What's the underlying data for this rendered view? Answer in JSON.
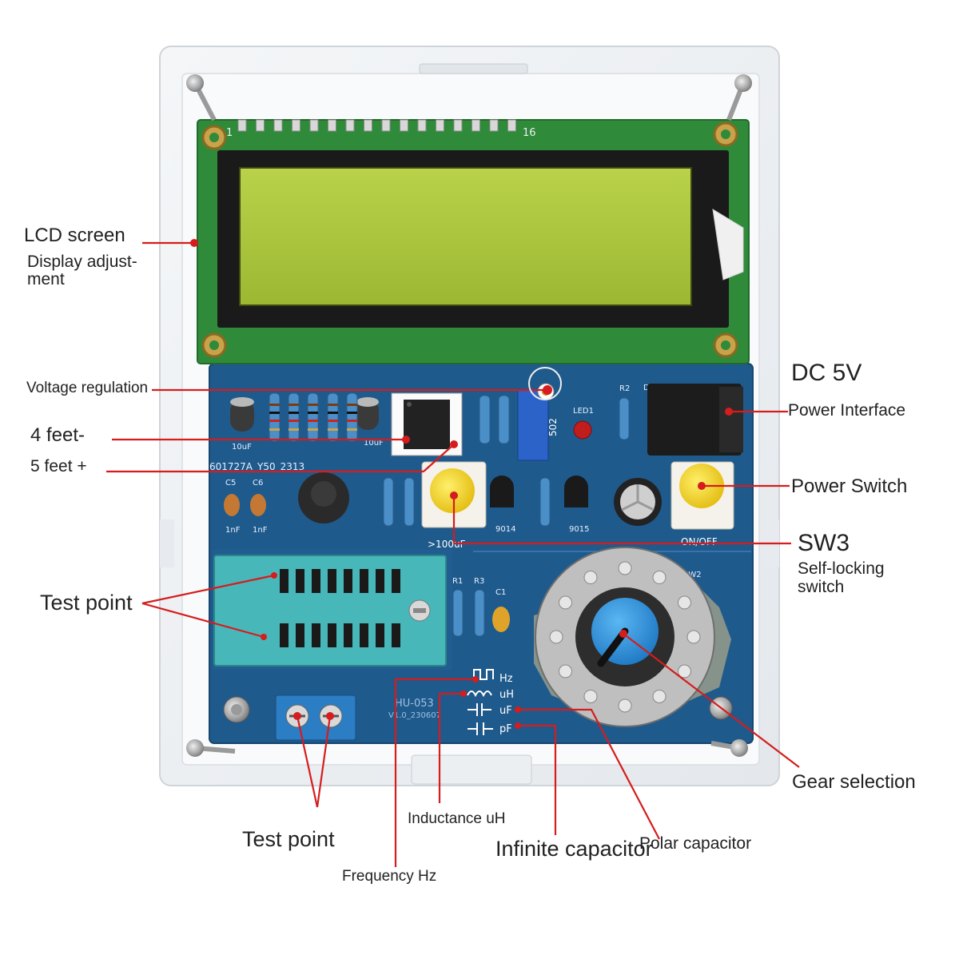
{
  "callouts": {
    "lcd_screen": "LCD screen",
    "display_adjust_1": "Display adjust-",
    "display_adjust_2": "ment",
    "voltage_regulation": "Voltage regulation",
    "four_feet": "4 feet-",
    "five_feet": "5 feet +",
    "test_point_left": "Test point",
    "dc_5v": "DC  5V",
    "power_interface": "Power Interface",
    "power_switch": "Power Switch",
    "sw3": "SW3",
    "self_locking_1": "Self-locking",
    "self_locking_2": "switch",
    "gear_selection": "Gear selection",
    "test_point_bottom": "Test point",
    "inductance": "Inductance uH",
    "infinite_capacitor": "Infinite capacitor",
    "polar_capacitor": "Polar capacitor",
    "frequency": "Frequency Hz"
  },
  "board": {
    "lcd_pin_1": "1",
    "lcd_pin_16": "16",
    "model": "HU-053",
    "version": "V1.0_230607",
    "serial": "601727A_Y50_2313",
    "switch_label": "ON/OFF",
    "sw1_label": ">100uF",
    "led_label": "LED1",
    "pot_label": "502",
    "transistor_1": "9014",
    "transistor_2": "9015",
    "cap_c5": "C5",
    "cap_c6": "C6",
    "cap_1nf_a": "1nF",
    "cap_1nf_b": "1nF",
    "cap_10uf_a": "10uF",
    "cap_10uf_b": "10uF",
    "sw2_label": "SW2",
    "r1": "R1",
    "r3": "R3",
    "c1": "C1",
    "mode_hz": "Hz",
    "mode_uh": "uH",
    "mode_uf": "uF",
    "mode_pf": "pF",
    "dc_label": "DC1",
    "r2": "R2"
  },
  "colors": {
    "pcb": "#1f5a8c",
    "lcd_pcb": "#2f8a3a",
    "lcd_screen": "#a8c43a",
    "callout_line": "#d61c1c",
    "button": "#f2d21a",
    "knob": "#2a8fd6"
  }
}
